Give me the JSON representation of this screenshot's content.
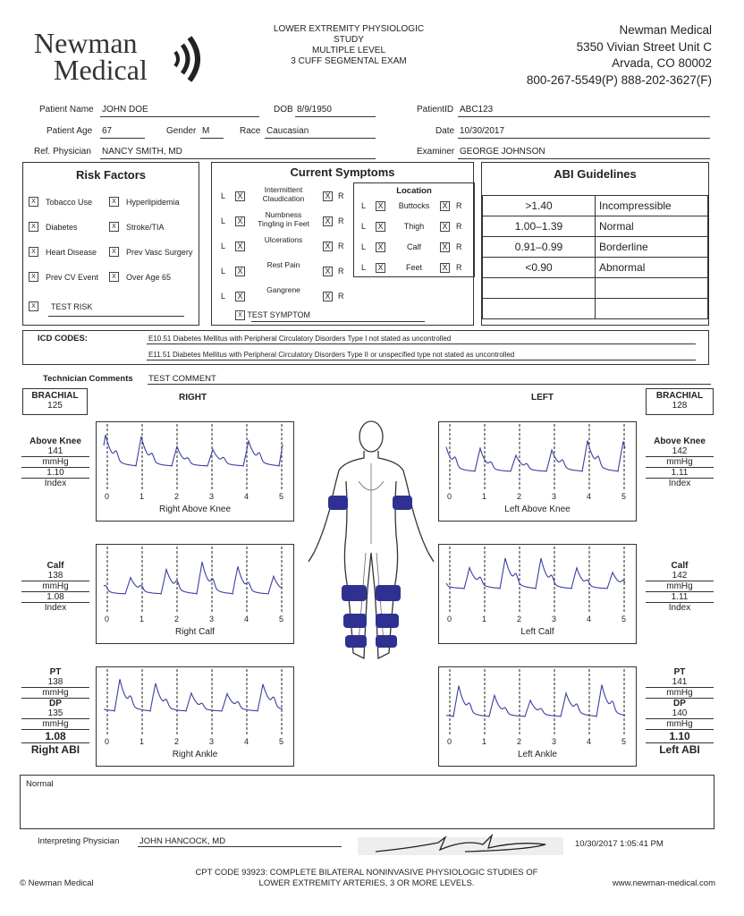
{
  "logo": {
    "line1": "Newman",
    "line2": "Medical"
  },
  "title": [
    "LOWER EXTREMITY PHYSIOLOGIC STUDY",
    "MULTIPLE LEVEL",
    "3 CUFF SEGMENTAL EXAM"
  ],
  "address": [
    "Newman Medical",
    "5350 Vivian Street Unit C",
    "Arvada, CO 80002",
    "800-267-5549(P)   888-202-3627(F)"
  ],
  "patient": {
    "name_label": "Patient Name",
    "name": "JOHN DOE",
    "dob_label": "DOB",
    "dob": "8/9/1950",
    "id_label": "PatientID",
    "id": "ABC123",
    "age_label": "Patient Age",
    "age": "67",
    "gender_label": "Gender",
    "gender": "M",
    "race_label": "Race",
    "race": "Caucasian",
    "date_label": "Date",
    "date": "10/30/2017",
    "phys_label": "Ref. Physician",
    "phys": "NANCY SMITH, MD",
    "exam_label": "Examiner",
    "examiner": "GEORGE JOHNSON"
  },
  "risk": {
    "title": "Risk Factors",
    "items": [
      "Tobacco Use",
      "Hyperlipidemia",
      "Diabetes",
      "Stroke/TIA",
      "Heart Disease",
      "Prev Vasc Surgery",
      "Prev CV Event",
      "Over Age 65"
    ],
    "other": "TEST RISK",
    "mark": "X"
  },
  "symptoms": {
    "title": "Current Symptoms",
    "L": "L",
    "R": "R",
    "items": [
      "Intermittent Claudication",
      "Numbness Tingling in Feet",
      "Ulcerations",
      "Rest Pain",
      "Gangrene"
    ],
    "other": "TEST SYMPTOM",
    "location_title": "Location",
    "locations": [
      "Buttocks",
      "Thigh",
      "Calf",
      "Feet"
    ]
  },
  "abi": {
    "title": "ABI Guidelines",
    "rows": [
      [
        ">1.40",
        "Incompressible"
      ],
      [
        "1.00–1.39",
        "Normal"
      ],
      [
        "0.91–0.99",
        "Borderline"
      ],
      [
        "<0.90",
        "Abnormal"
      ]
    ]
  },
  "icd": {
    "label": "ICD CODES:",
    "codes": [
      "E10.51 Diabetes Mellitus with Peripheral Circulatory Disorders Type I not stated as uncontrolled",
      "E11.51 Diabetes Mellitus with Peripheral Circulatory Disorders Type II or unspecified type not stated as uncontrolled"
    ]
  },
  "tech": {
    "label": "Technician Comments",
    "value": "TEST COMMENT"
  },
  "right": {
    "heading": "RIGHT",
    "brachial_label": "BRACHIAL",
    "brachial": "125",
    "ak": {
      "label": "Above Knee",
      "value": "141",
      "unit": "mmHg",
      "index": "1.10",
      "index_label": "Index",
      "caption": "Right Above Knee"
    },
    "calf": {
      "label": "Calf",
      "value": "138",
      "unit": "mmHg",
      "index": "1.08",
      "index_label": "Index",
      "caption": "Right Calf"
    },
    "ankle": {
      "pt_label": "PT",
      "pt": "138",
      "dp_label": "DP",
      "dp": "135",
      "unit": "mmHg",
      "abi": "1.08",
      "abi_label": "Right ABI",
      "caption": "Right Ankle"
    }
  },
  "left": {
    "heading": "LEFT",
    "brachial_label": "BRACHIAL",
    "brachial": "128",
    "ak": {
      "label": "Above Knee",
      "value": "142",
      "unit": "mmHg",
      "index": "1.11",
      "index_label": "Index",
      "caption": "Left Above Knee"
    },
    "calf": {
      "label": "Calf",
      "value": "142",
      "unit": "mmHg",
      "index": "1.11",
      "index_label": "Index",
      "caption": "Left Calf"
    },
    "ankle": {
      "pt_label": "PT",
      "pt": "141",
      "dp_label": "DP",
      "dp": "140",
      "unit": "mmHg",
      "abi": "1.10",
      "abi_label": "Left ABI",
      "caption": "Left Ankle"
    }
  },
  "ticks": [
    "0",
    "1",
    "2",
    "3",
    "4",
    "5"
  ],
  "waveform_color": "#3a3fa0",
  "cuff_color": "#2e3192",
  "interpretation": "Normal",
  "interp_phys": {
    "label": "Interpreting Physician",
    "name": "JOHN HANCOCK, MD",
    "datetime": "10/30/2017 1:05:41 PM"
  },
  "footer": {
    "copyright": "© Newman Medical",
    "cpt": [
      "CPT CODE 93923: COMPLETE BILATERAL NONINVASIVE PHYSIOLOGIC STUDIES OF",
      "LOWER EXTREMITY ARTERIES, 3 OR MORE LEVELS."
    ],
    "url": "www.newman-medical.com"
  }
}
